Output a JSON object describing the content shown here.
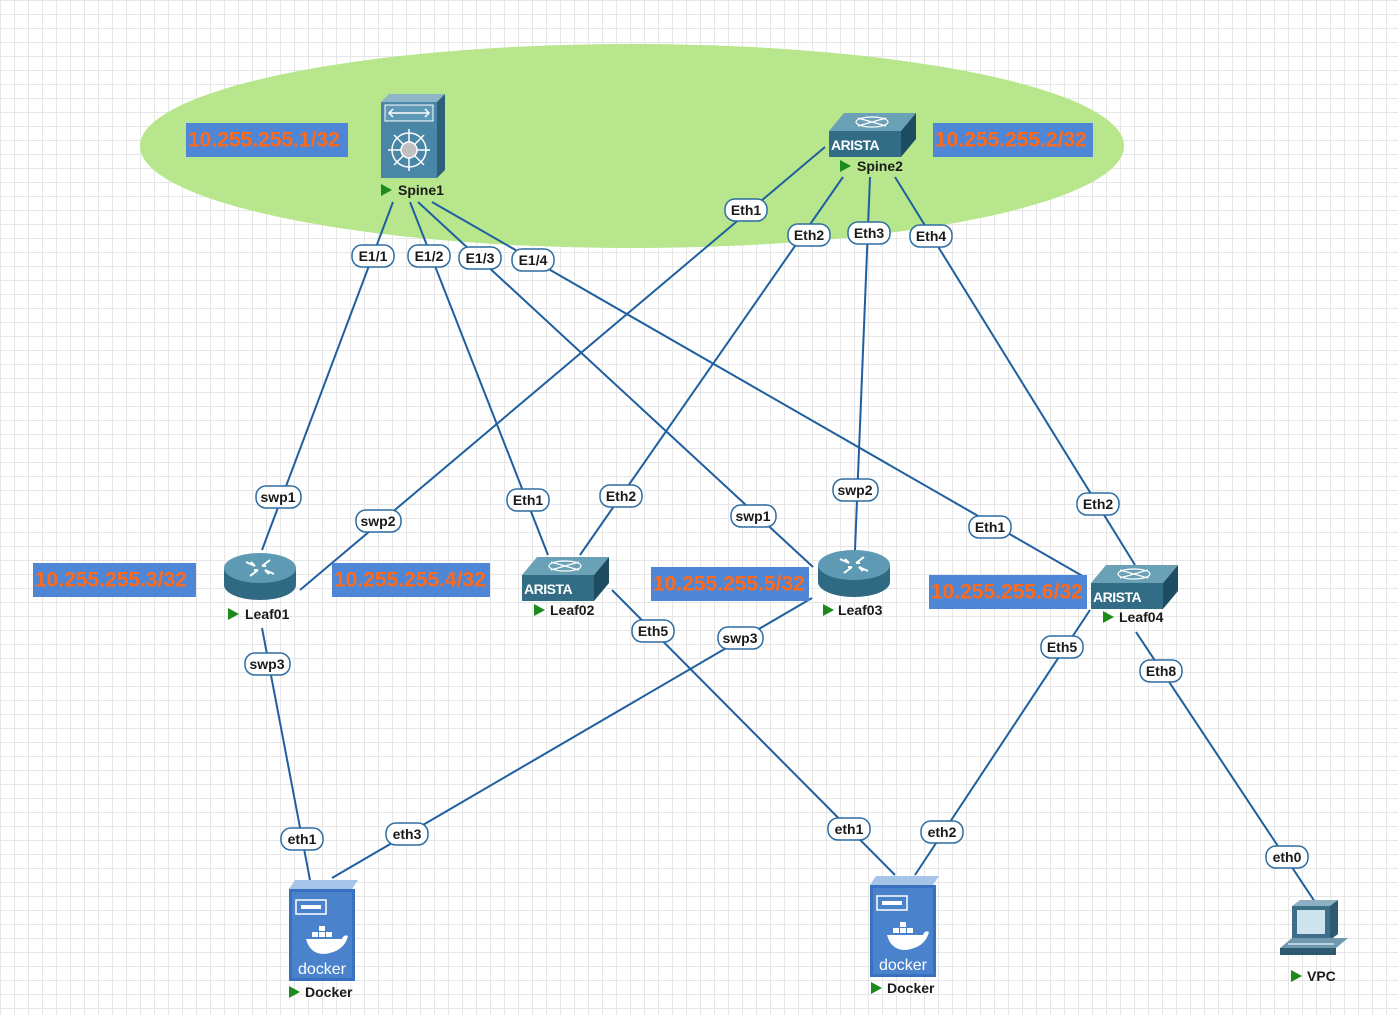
{
  "colors": {
    "link": "#1f5f9f",
    "area": "#b8e68c",
    "ip_fill": "#4f86d6",
    "ip_text": "#ff6a1a",
    "run_indicator": "#1c8a1c"
  },
  "nodes": {
    "spine1": {
      "label": "Spine1",
      "icon": "nexus-switch-icon"
    },
    "spine2": {
      "label": "Spine2",
      "icon": "arista-switch-icon",
      "brand": "ARISTA"
    },
    "leaf01": {
      "label": "Leaf01",
      "icon": "router-icon"
    },
    "leaf02": {
      "label": "Leaf02",
      "icon": "arista-switch-icon",
      "brand": "ARISTA"
    },
    "leaf03": {
      "label": "Leaf03",
      "icon": "router-icon"
    },
    "leaf04": {
      "label": "Leaf04",
      "icon": "arista-switch-icon",
      "brand": "ARISTA"
    },
    "docker1": {
      "label": "Docker",
      "icon": "docker-server-icon",
      "brand": "docker"
    },
    "docker2": {
      "label": "Docker",
      "icon": "docker-server-icon",
      "brand": "docker"
    },
    "vpc": {
      "label": "VPC",
      "icon": "pc-icon"
    }
  },
  "ip_labels": {
    "spine1": "10.255.255.1/32",
    "spine2": "10.255.255.2/32",
    "leaf01": "10.255.255.3/32",
    "leaf01b": "10.255.255.4/32",
    "leaf03": "10.255.255.5/32",
    "leaf04": "10.255.255.6/32"
  },
  "ports": {
    "s1_e11": "E1/1",
    "s1_e12": "E1/2",
    "s1_e13": "E1/3",
    "s1_e14": "E1/4",
    "s2_eth1": "Eth1",
    "s2_eth2": "Eth2",
    "s2_eth3": "Eth3",
    "s2_eth4": "Eth4",
    "l1_swp1": "swp1",
    "l1_swp2": "swp2",
    "l1_swp3": "swp3",
    "l2_eth1": "Eth1",
    "l2_eth2": "Eth2",
    "l2_eth5": "Eth5",
    "l3_swp1": "swp1",
    "l3_swp2": "swp2",
    "l3_swp3": "swp3",
    "l4_eth1": "Eth1",
    "l4_eth2": "Eth2",
    "l4_eth5": "Eth5",
    "l4_eth8": "Eth8",
    "d1_eth1": "eth1",
    "d1_eth3": "eth3",
    "d2_eth1": "eth1",
    "d2_eth2": "eth2",
    "vpc_eth0": "eth0"
  }
}
